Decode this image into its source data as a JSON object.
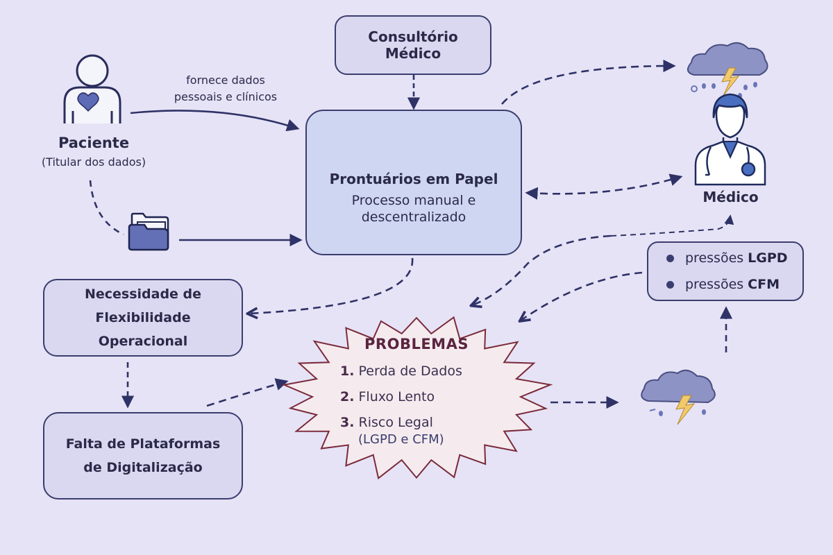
{
  "diagram": {
    "colors": {
      "background": "#e6e3f6",
      "box_fill": "#d9d8f0",
      "central_fill": "#cfd6f2",
      "stroke": "#3a3d6e",
      "problem_stroke": "#7a2a3a",
      "problem_fill": "#f5ebee",
      "lightning": "#f2c96b"
    },
    "paciente": {
      "name": "Paciente",
      "subtitle": "(Titular dos dados)",
      "icon": "person-heart-icon"
    },
    "edge_paciente_to_prontuarios": "fornece dados\npessoais e clínicos",
    "consultorio": {
      "line1": "Consultório",
      "line2": "Médico"
    },
    "prontuarios": {
      "icon": "document-pen-icon",
      "title": "Prontuários em Papel",
      "line1": "Processo manual e",
      "line2": "descentralizado"
    },
    "folder_icon": "folder-icon",
    "storm_top_icon": "storm-cloud-icon",
    "medico": {
      "name": "Médico",
      "icon": "doctor-icon"
    },
    "pressoes": [
      {
        "prefix": "pressões",
        "bold": "LGPD"
      },
      {
        "prefix": "pressões",
        "bold": "CFM"
      }
    ],
    "necessidade": {
      "line1": "Necessidade de",
      "line2": "Flexibilidade",
      "line3": "Operacional"
    },
    "falta": {
      "line1": "Falta de Plataformas",
      "line2": "de Digitalização"
    },
    "problemas": {
      "title": "PROBLEMAS",
      "items": [
        {
          "num": "1.",
          "text": "Perda de Dados"
        },
        {
          "num": "2.",
          "text": "Fluxo Lento"
        },
        {
          "num": "3.",
          "text": "Risco Legal",
          "sub": "(LGPD e CFM)"
        }
      ]
    },
    "storm_bottom_icon": "storm-cloud-icon"
  }
}
